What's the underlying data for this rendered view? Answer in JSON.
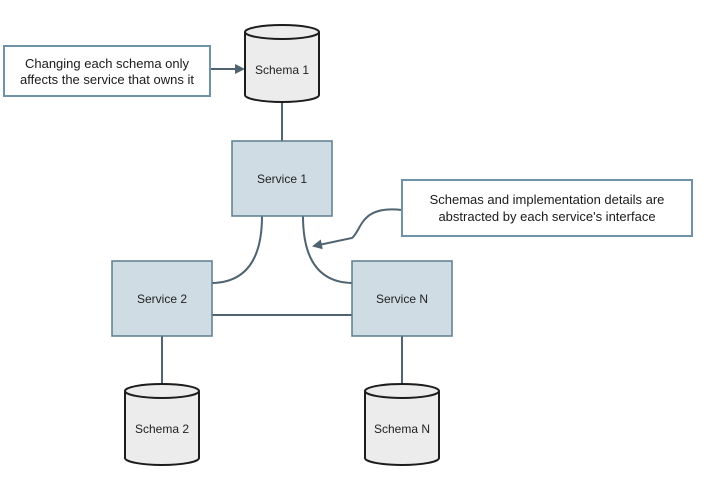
{
  "services": [
    {
      "id": "service-1",
      "label": "Service 1"
    },
    {
      "id": "service-2",
      "label": "Service 2"
    },
    {
      "id": "service-n",
      "label": "Service N"
    }
  ],
  "schemas": [
    {
      "id": "schema-1",
      "label": "Schema 1"
    },
    {
      "id": "schema-2",
      "label": "Schema 2"
    },
    {
      "id": "schema-n",
      "label": "Schema N"
    }
  ],
  "notes": {
    "schema_ownership": {
      "lines": [
        "Changing each schema only",
        "affects the service that owns it"
      ]
    },
    "abstraction": {
      "lines": [
        "Schemas and implementation details are",
        "abstracted by each service's interface"
      ]
    }
  },
  "colors": {
    "service_fill": "#cfdce3",
    "service_stroke": "#5c7d8e",
    "connector": "#4f6470",
    "database_fill": "#ececec"
  }
}
